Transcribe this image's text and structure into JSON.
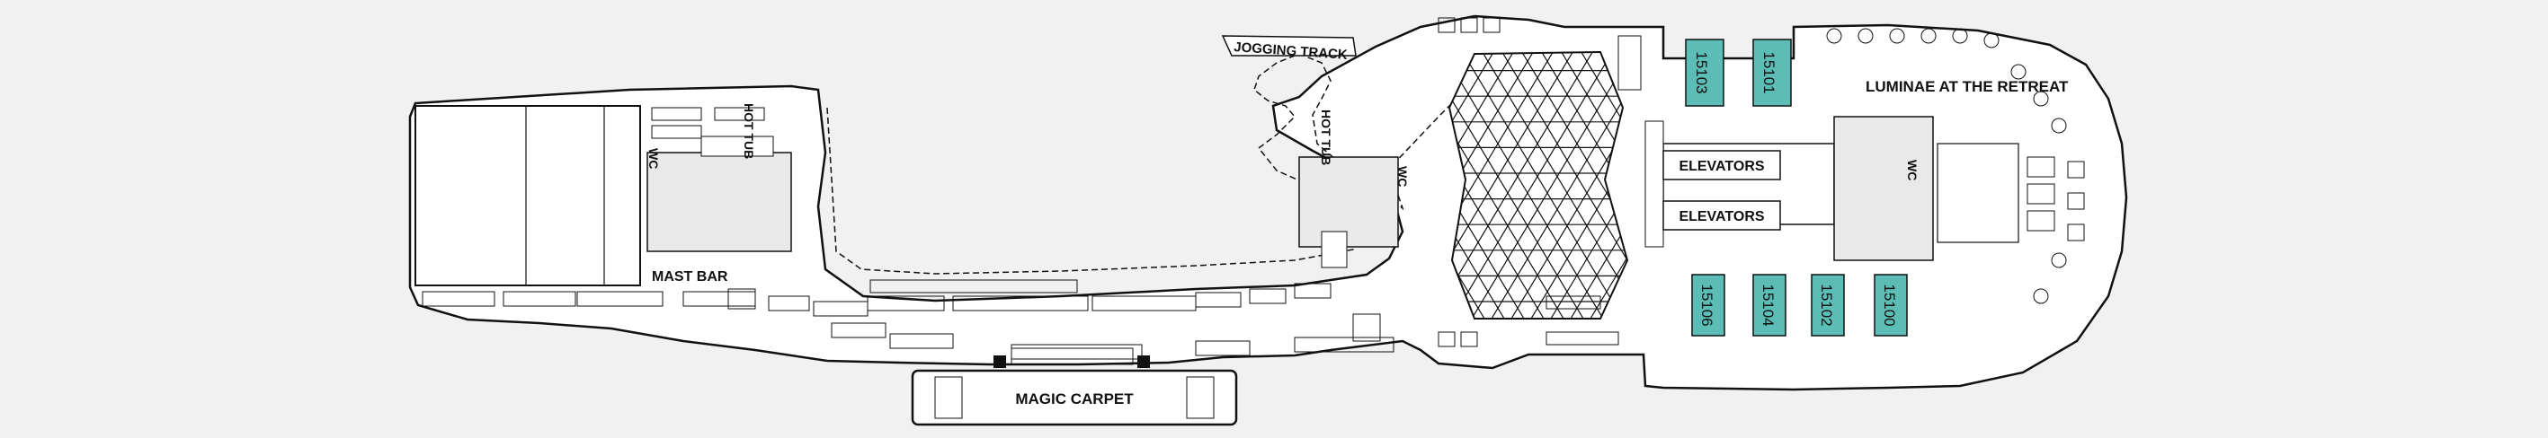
{
  "colors": {
    "background": "#f1f1f1",
    "deck": "#ffffff",
    "line": "#111111",
    "cabin_fill": "#5cbcb6",
    "structure": "#e9e9e9"
  },
  "labels": {
    "jogging_track": "JOGGING TRACK",
    "hot_tub_a": "HOT TUB",
    "hot_tub_b": "HOT TUB",
    "wc_aft": "WC",
    "wc_mid": "WC",
    "wc_fwd": "WC",
    "mast_bar": "MAST BAR",
    "magic_carpet": "MAGIC CARPET",
    "elevators_top": "ELEVATORS",
    "elevators_bottom": "ELEVATORS",
    "luminae": "LUMINAE AT THE RETREAT"
  },
  "cabins_top": [
    "15103",
    "15101"
  ],
  "cabins_bottom": [
    "15106",
    "15104",
    "15102",
    "15100"
  ]
}
